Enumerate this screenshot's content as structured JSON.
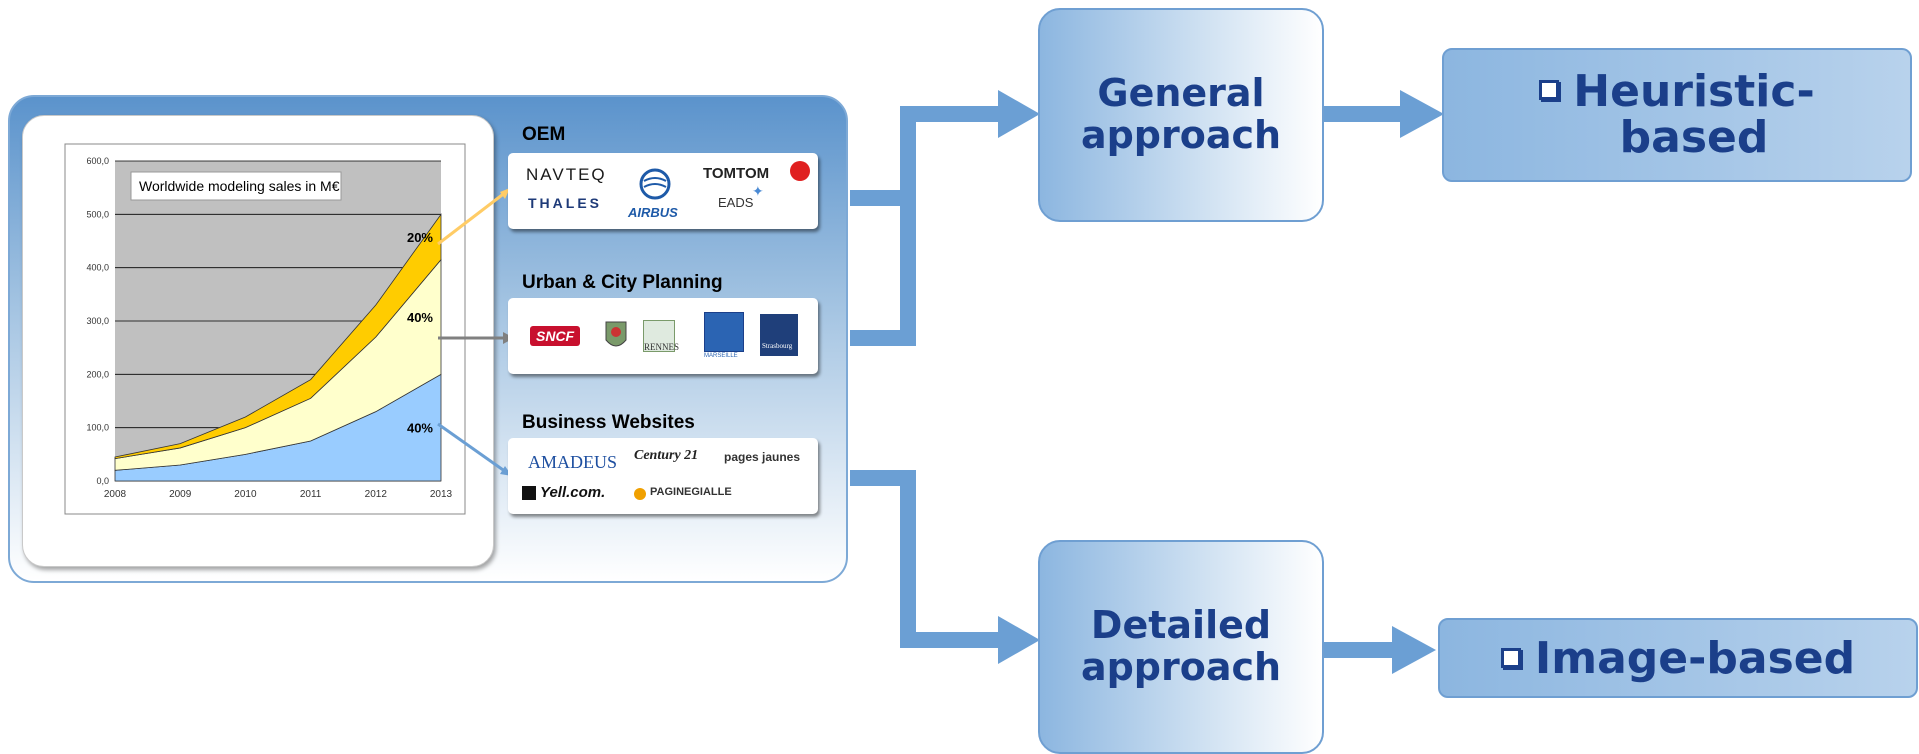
{
  "panel": {
    "sections": {
      "oem": {
        "title": "OEM",
        "logos": [
          "NAVTEQ",
          "THALES",
          "AIRBUS",
          "TOMTOM",
          "EADS"
        ]
      },
      "urban": {
        "title": "Urban & City Planning",
        "logos": [
          "SNCF",
          "RENNES",
          "MARSEILLE",
          "Strasbourg"
        ]
      },
      "business": {
        "title": "Business Websites",
        "logos": [
          "AMADEUS",
          "Century 21",
          "pages jaunes",
          "Yell.com.",
          "PAGINEGIALLE"
        ]
      }
    }
  },
  "flow": {
    "general": "General\napproach",
    "detailed": "Detailed\napproach",
    "heuristic": "Heuristic-\nbased",
    "image": "Image-based"
  },
  "colors": {
    "arrow": "#6b9fd4",
    "box_text": "#1b3f8a",
    "chart_bg": "#c0c0c0",
    "series_blue": "#99ccff",
    "series_yellow_light": "#ffffcc",
    "series_gold": "#ffcc00"
  },
  "chart_data": {
    "type": "area",
    "title": "Worldwide modeling sales in M€",
    "x": [
      "2008",
      "2009",
      "2010",
      "2011",
      "2012",
      "2013"
    ],
    "ylim": [
      0,
      600
    ],
    "yticks": [
      "0,0",
      "100,0",
      "200,0",
      "300,0",
      "400,0",
      "500,0",
      "600,0"
    ],
    "grid": true,
    "stacked": true,
    "series": [
      {
        "values": [
          20,
          30,
          50,
          75,
          130,
          200
        ],
        "color": "#99ccff",
        "share_label": "40%"
      },
      {
        "values": [
          22,
          32,
          50,
          80,
          140,
          215
        ],
        "color": "#ffffcc",
        "share_label": "40%"
      },
      {
        "values": [
          3,
          8,
          20,
          35,
          60,
          85
        ],
        "color": "#ffcc00",
        "share_label": "20%"
      }
    ]
  }
}
